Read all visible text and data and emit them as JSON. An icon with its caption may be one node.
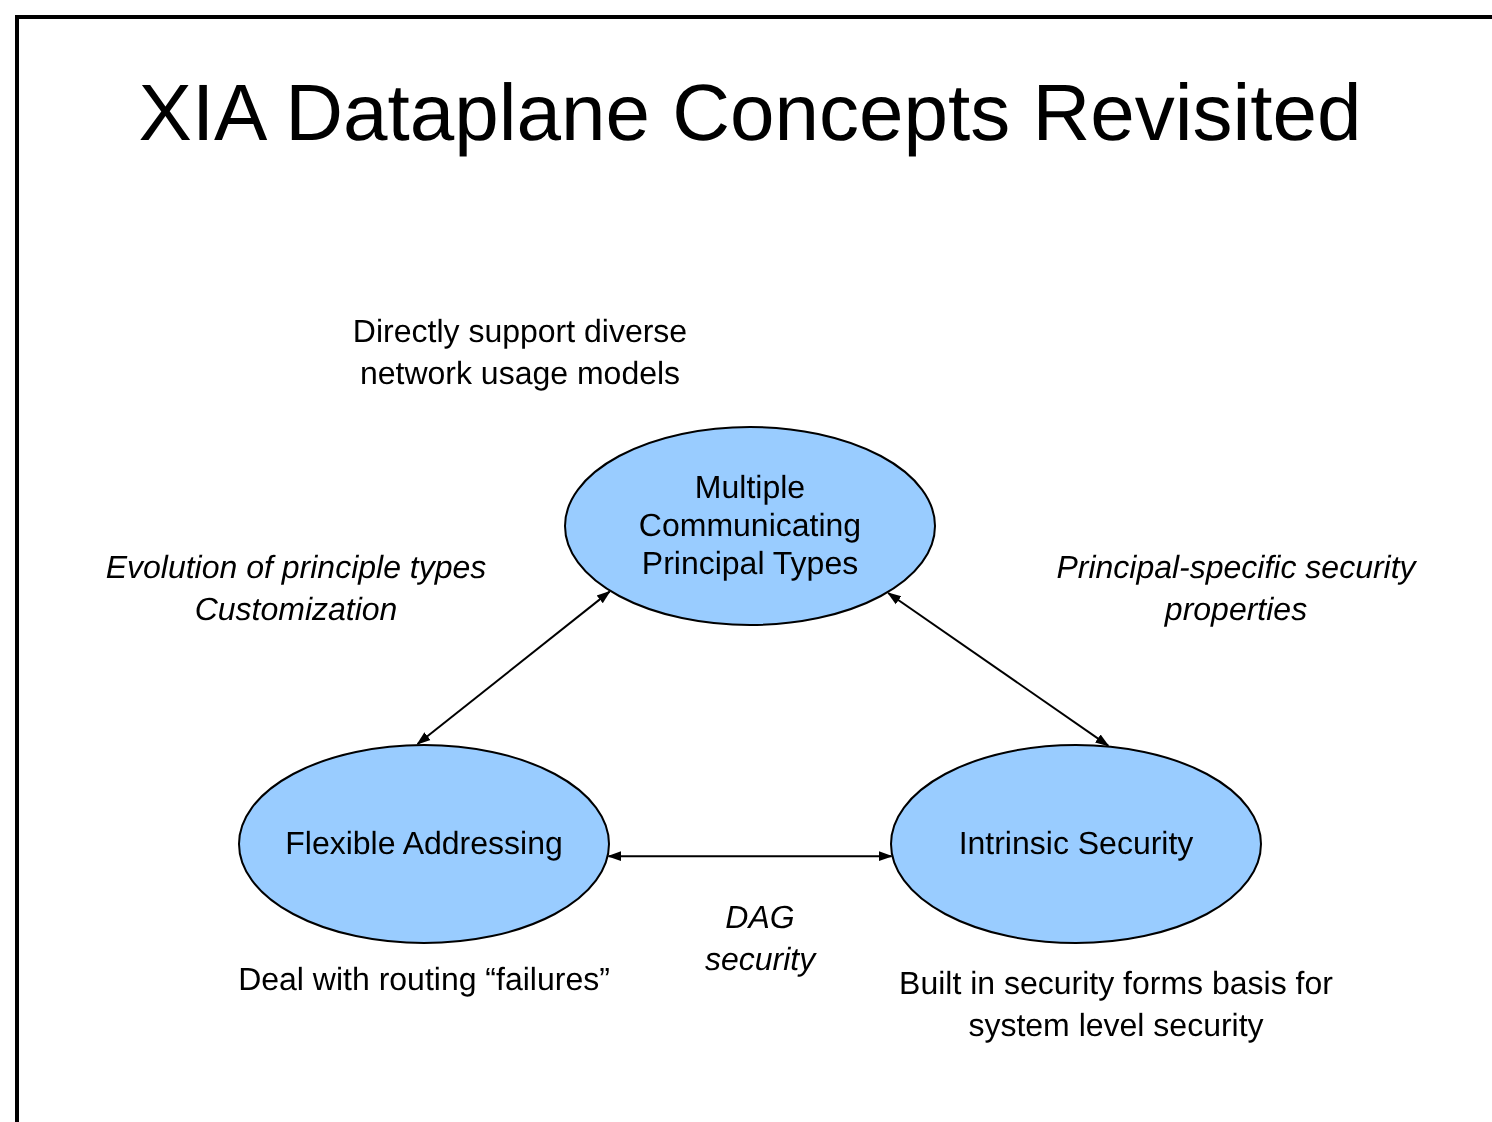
{
  "diagram": {
    "title": "XIA Dataplane Concepts Revisited",
    "nodes": [
      {
        "text": [
          "Multiple Communicating Principal Types"
        ],
        "beside": [
          "Directly support diverse network usage models"
        ]
      },
      {
        "text": [
          "Flexible Addressing"
        ],
        "beside": [
          "Deal with routing “failures”"
        ]
      },
      {
        "text": [
          "Intrinsic Security"
        ],
        "beside": [
          "Built in security forms basis for system level security"
        ]
      }
    ],
    "edges": [
      {
        "from": 0,
        "to": 1,
        "arrow": "both",
        "label": "Evolution of principle types Customization"
      },
      {
        "from": 0,
        "to": 2,
        "arrow": "both",
        "label": "Principal-specific security properties"
      },
      {
        "from": 1,
        "to": 2,
        "arrow": "both",
        "label": "DAG security"
      }
    ]
  }
}
